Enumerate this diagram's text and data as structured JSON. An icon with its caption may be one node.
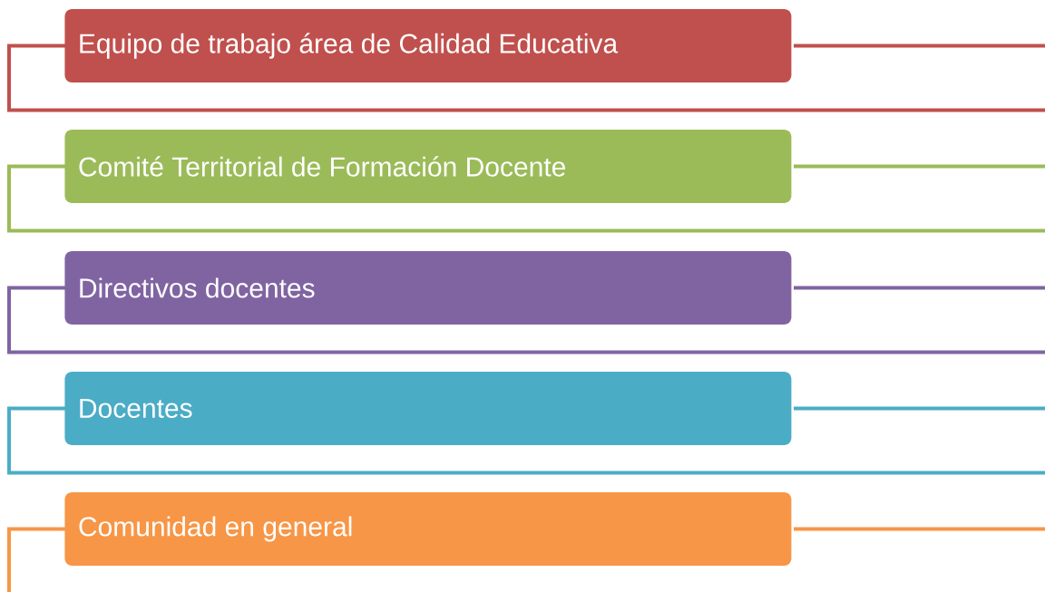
{
  "diagram": {
    "nodes": [
      {
        "text": [
          "Equipo de trabajo área de Calidad Educativa"
        ]
      },
      {
        "text": [
          "Comité Territorial de Formación Docente"
        ]
      },
      {
        "text": [
          "Directivos docentes"
        ]
      },
      {
        "text": [
          "Docentes"
        ]
      },
      {
        "text": [
          "Comunidad en general"
        ]
      }
    ]
  }
}
